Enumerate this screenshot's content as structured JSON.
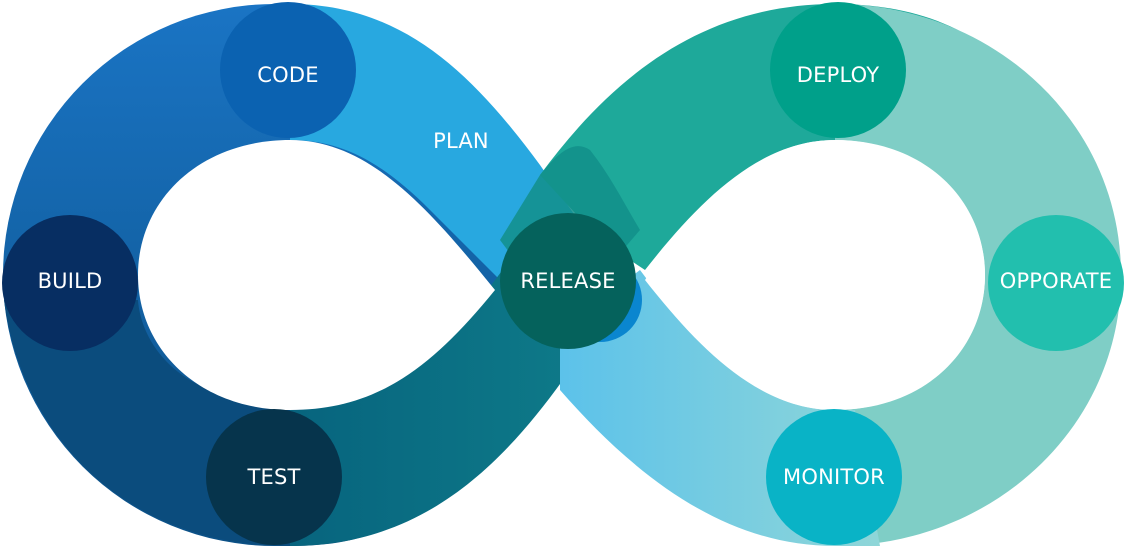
{
  "diagram": {
    "nodes": {
      "code": "CODE",
      "plan": "PLAN",
      "build": "BUILD",
      "release": "RELEASE",
      "test": "TEST",
      "deploy": "DEPLOY",
      "operate": "OPPORATE",
      "monitor": "MONITOR"
    },
    "colors": {
      "left_top": "#1a74c4",
      "left_bottom": "#0d5a92",
      "plan_band": "#28a8e0",
      "monitor_band": "#57c1e8",
      "deploy_band": "#1ea99a",
      "operate_band": "#7fcec6",
      "release_band": "#0e7487",
      "code_node": "#0b62b1",
      "build_node": "#072e62",
      "test_node": "#06344c",
      "release_node": "#05625c",
      "deploy_node": "#00a08a",
      "operate_node": "#22bfae",
      "monitor_node": "#09b3c6"
    }
  }
}
